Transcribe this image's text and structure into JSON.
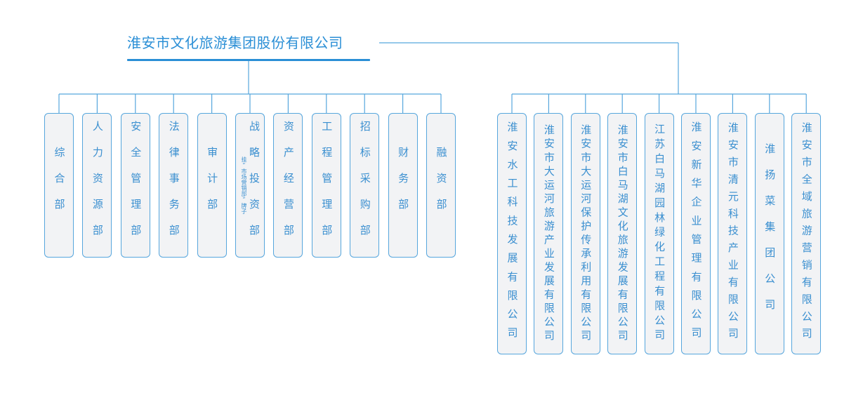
{
  "title": "淮安市文化旅游集团股份有限公司",
  "departments": [
    {
      "label": "综合部"
    },
    {
      "label": "人力资源部"
    },
    {
      "label": "安全管理部"
    },
    {
      "label": "法律事务部"
    },
    {
      "label": "审计部"
    },
    {
      "label": "战略投资部",
      "note": "挂“市场营销部”牌子"
    },
    {
      "label": "资产经营部"
    },
    {
      "label": "工程管理部"
    },
    {
      "label": "招标采购部"
    },
    {
      "label": "财务部"
    },
    {
      "label": "融资部"
    }
  ],
  "subsidiaries": [
    {
      "label": "淮安水工科技发展有限公司"
    },
    {
      "label": "淮安市大运河旅游产业发展有限公司"
    },
    {
      "label": "淮安市大运河保护传承利用有限公司"
    },
    {
      "label": "淮安市白马湖文化旅游发展有限公司"
    },
    {
      "label": "江苏白马湖园林绿化工程有限公司"
    },
    {
      "label": "淮安新华企业管理有限公司"
    },
    {
      "label": "淮安市清元科技产业有限公司"
    },
    {
      "label": "淮扬菜集团公司"
    },
    {
      "label": "淮安市全域旅游营销有限公司"
    }
  ],
  "colors": {
    "line": "#56a6dd",
    "text": "#3a8fd0",
    "box_fill": "#f2f3f5",
    "title": "#2b8fd6"
  }
}
